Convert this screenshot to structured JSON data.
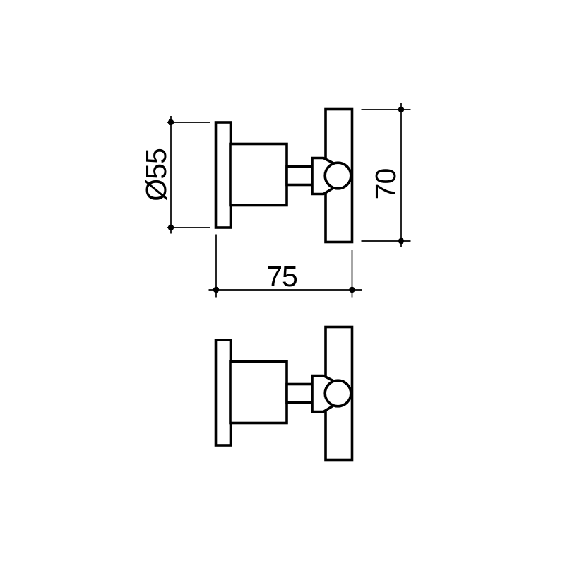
{
  "page": {
    "background_color": "#ffffff",
    "line_color": "#000000"
  },
  "drawing": {
    "dimensions": {
      "diameter_label": "Ø55",
      "diameter_value": 55,
      "height_label": "70",
      "height_value": 70,
      "depth_label": "75",
      "depth_value": 75
    }
  }
}
